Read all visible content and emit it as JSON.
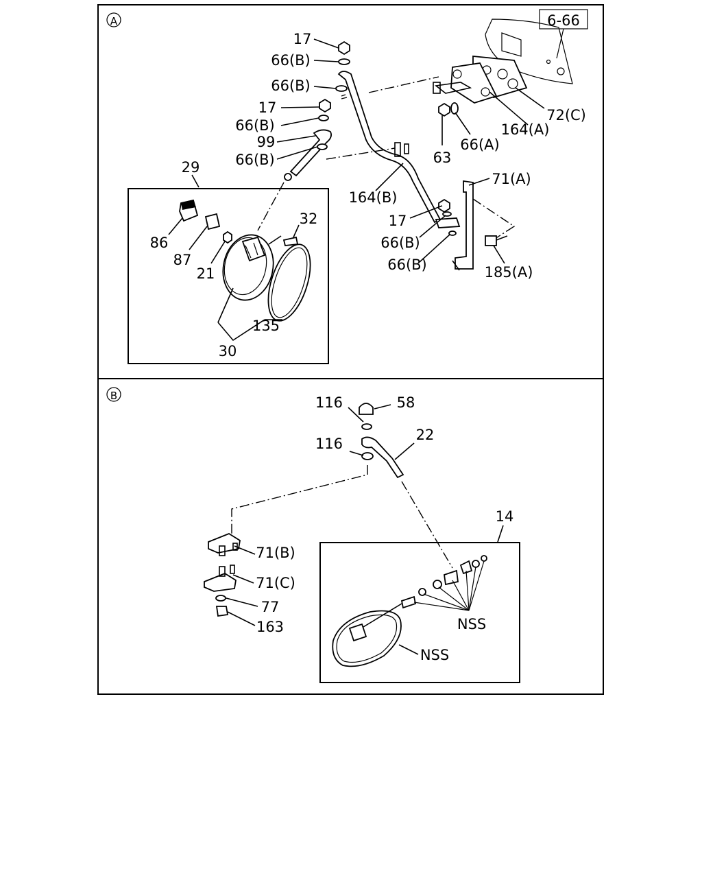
{
  "sections": {
    "a": {
      "marker": "A",
      "ref_box": "6-66",
      "labels": [
        "17",
        "66(B)",
        "66(B)",
        "17",
        "66(B)",
        "99",
        "66(B)",
        "29",
        "32",
        "86",
        "87",
        "21",
        "135",
        "30",
        "72(C)",
        "164(A)",
        "66(A)",
        "63",
        "71(A)",
        "164(B)",
        "17",
        "66(B)",
        "66(B)",
        "185(A)"
      ]
    },
    "b": {
      "marker": "B",
      "labels": [
        "116",
        "58",
        "116",
        "22",
        "14",
        "71(B)",
        "71(C)",
        "77",
        "163",
        "NSS",
        "NSS"
      ]
    }
  }
}
